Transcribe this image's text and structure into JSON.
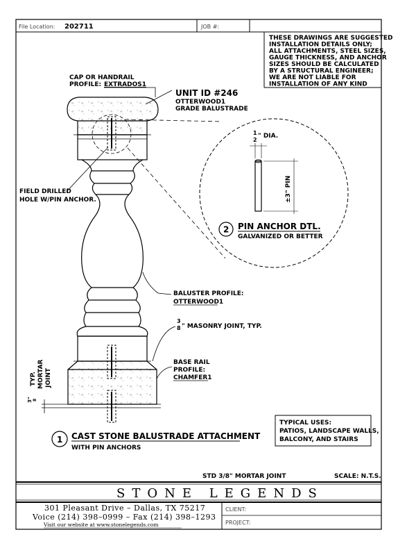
{
  "header": {
    "file_location_label": "File Location:",
    "file_location_value": "202711",
    "job_label": "JOB #:"
  },
  "disclaimer": [
    "THESE DRAWINGS ARE SUGGESTED",
    "INSTALLATION DETAILS ONLY;",
    "ALL ATTACHMENTS, STEEL SIZES,",
    "GAUGE THICKNESS, AND ANCHOR",
    "SIZES SHOULD BE CALCULATED",
    "BY A STRUCTURAL ENGINEER;",
    "WE ARE NOT LIABLE FOR",
    "INSTALLATION OF ANY KIND"
  ],
  "labels": {
    "cap_line1": "CAP OR HANDRAIL",
    "cap_line2_prefix": "PROFILE: ",
    "cap_line2_name": "EXTRADOS1",
    "unit_id": "UNIT ID #246",
    "unit_line2": "OTTERWOOD1",
    "unit_line3": "GRADE BALUSTRADE",
    "field_line1": "FIELD DRILLED",
    "field_line2": "HOLE W/PIN ANCHOR.",
    "dia_num": "1",
    "dia_den": "2",
    "dia_text": "\" DIA.",
    "pin_len": "±3\" PIN",
    "detail_num": "2",
    "detail_title": "PIN ANCHOR DTL.",
    "detail_sub": "GALVANIZED OR BETTER",
    "baluster_line1": "BALUSTER PROFILE:",
    "baluster_line2": "OTTERWOOD1",
    "masonry_num": "3",
    "masonry_den": "8",
    "masonry_text": "\" MASONRY JOINT, TYP.",
    "base_line1": "BASE RAIL",
    "base_line2": "PROFILE:",
    "base_line3": "CHAMFER1",
    "mortar_line1": "TYP.",
    "mortar_line2": "MORTAR",
    "mortar_line3": "JOINT",
    "mortar_dim": "3\"",
    "mortar_dim_den": "8",
    "main_num": "1",
    "main_title": "CAST STONE BALUSTRADE ATTACHMENT",
    "main_sub": "WITH PIN ANCHORS",
    "uses_title": "TYPICAL USES:",
    "uses_line1": "PATIOS, LANDSCAPE WALLS,",
    "uses_line2": "BALCONY, AND STAIRS",
    "std_joint": "STD 3/8\" MORTAR JOINT",
    "scale": "SCALE: N.T.S."
  },
  "footer": {
    "brand": "STONE LEGENDS",
    "address": "301 Pleasant Drive – Dallas, TX 75217",
    "phone": "Voice (214) 398–0999 – Fax (214) 398–1293",
    "web": "Visit our website at www.stonelegends.com",
    "client_label": "CLIENT:",
    "project_label": "PROJECT:"
  }
}
